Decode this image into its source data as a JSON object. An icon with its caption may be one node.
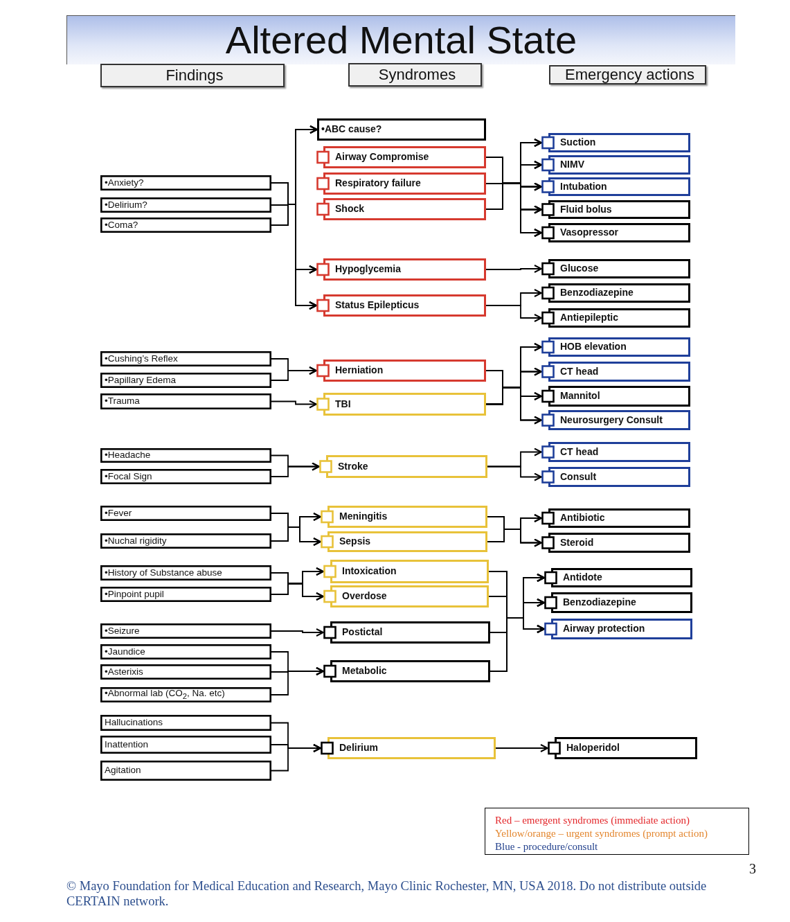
{
  "diagram": {
    "title": "Altered Mental State",
    "nodes": [
      {
        "text": [
          "Findings"
        ]
      },
      {
        "text": [
          "Syndromes"
        ]
      },
      {
        "text": [
          "Emergency actions"
        ]
      },
      {
        "text": [
          "•Anxiety?"
        ]
      },
      {
        "text": [
          "•Delirium?"
        ]
      },
      {
        "text": [
          "•Coma?"
        ]
      },
      {
        "text": [
          "•ABC cause?"
        ]
      },
      {
        "text": [
          "Airway Compromise"
        ]
      },
      {
        "text": [
          "Respiratory failure"
        ]
      },
      {
        "text": [
          "Shock"
        ]
      },
      {
        "text": [
          "Hypoglycemia"
        ]
      },
      {
        "text": [
          "Status Epilepticus"
        ]
      },
      {
        "text": [
          "Suction"
        ]
      },
      {
        "text": [
          "NIMV"
        ]
      },
      {
        "text": [
          "Intubation"
        ]
      },
      {
        "text": [
          "Fluid bolus"
        ]
      },
      {
        "text": [
          "Vasopressor"
        ]
      },
      {
        "text": [
          "Glucose"
        ]
      },
      {
        "text": [
          "Benzodiazepine"
        ]
      },
      {
        "text": [
          "Antiepileptic"
        ]
      },
      {
        "text": [
          "•Cushing’s Reflex"
        ]
      },
      {
        "text": [
          "•Papillary Edema"
        ]
      },
      {
        "text": [
          "•Trauma"
        ]
      },
      {
        "text": [
          "Herniation"
        ]
      },
      {
        "text": [
          "TBI"
        ]
      },
      {
        "text": [
          "HOB elevation"
        ]
      },
      {
        "text": [
          "CT head"
        ]
      },
      {
        "text": [
          "Mannitol"
        ]
      },
      {
        "text": [
          "Neurosurgery Consult"
        ]
      },
      {
        "text": [
          "•Headache"
        ]
      },
      {
        "text": [
          "•Focal Sign"
        ]
      },
      {
        "text": [
          "Stroke"
        ]
      },
      {
        "text": [
          "CT head"
        ]
      },
      {
        "text": [
          "Consult"
        ]
      },
      {
        "text": [
          "•Fever"
        ]
      },
      {
        "text": [
          "•Nuchal rigidity"
        ]
      },
      {
        "text": [
          "Meningitis"
        ]
      },
      {
        "text": [
          "Sepsis"
        ]
      },
      {
        "text": [
          "Antibiotic"
        ]
      },
      {
        "text": [
          "Steroid"
        ]
      },
      {
        "text": [
          "•History of Substance abuse"
        ]
      },
      {
        "text": [
          "•Pinpoint pupil"
        ]
      },
      {
        "text": [
          "Intoxication"
        ]
      },
      {
        "text": [
          "Overdose"
        ]
      },
      {
        "text": [
          "Antidote"
        ]
      },
      {
        "text": [
          "Benzodiazepine"
        ]
      },
      {
        "text": [
          "Airway protection"
        ]
      },
      {
        "text": [
          "•Seizure"
        ]
      },
      {
        "text": [
          "Postictal"
        ]
      },
      {
        "text": [
          "•Jaundice"
        ]
      },
      {
        "text": [
          "•Asterixis"
        ]
      },
      {
        "text": [
          "•Abnormal lab (CO$_{2}$, Na. etc)"
        ]
      },
      {
        "text": [
          "Metabolic"
        ]
      },
      {
        "text": [
          "Hallucinations"
        ]
      },
      {
        "text": [
          "Inattention"
        ]
      },
      {
        "text": [
          "Agitation"
        ]
      },
      {
        "text": [
          "Delirium"
        ]
      },
      {
        "text": [
          "Haloperidol"
        ]
      }
    ],
    "edges": [
      {
        "from": 3,
        "to": 6,
        "arrow": "to"
      },
      {
        "from": 3,
        "to": 10,
        "arrow": "to"
      },
      {
        "from": 3,
        "to": 11,
        "arrow": "to"
      },
      {
        "from": 4,
        "to": 6,
        "arrow": "to"
      },
      {
        "from": 4,
        "to": 10,
        "arrow": "to"
      },
      {
        "from": 4,
        "to": 11,
        "arrow": "to"
      },
      {
        "from": 5,
        "to": 6,
        "arrow": "to"
      },
      {
        "from": 5,
        "to": 10,
        "arrow": "to"
      },
      {
        "from": 5,
        "to": 11,
        "arrow": "to"
      },
      {
        "from": 7,
        "to": 12,
        "arrow": "to"
      },
      {
        "from": 7,
        "to": 13,
        "arrow": "to"
      },
      {
        "from": 7,
        "to": 14,
        "arrow": "to"
      },
      {
        "from": 7,
        "to": 15,
        "arrow": "to"
      },
      {
        "from": 7,
        "to": 16,
        "arrow": "to"
      },
      {
        "from": 8,
        "to": 12,
        "arrow": "to"
      },
      {
        "from": 8,
        "to": 13,
        "arrow": "to"
      },
      {
        "from": 8,
        "to": 14,
        "arrow": "to"
      },
      {
        "from": 8,
        "to": 15,
        "arrow": "to"
      },
      {
        "from": 8,
        "to": 16,
        "arrow": "to"
      },
      {
        "from": 9,
        "to": 12,
        "arrow": "to"
      },
      {
        "from": 9,
        "to": 13,
        "arrow": "to"
      },
      {
        "from": 9,
        "to": 14,
        "arrow": "to"
      },
      {
        "from": 9,
        "to": 15,
        "arrow": "to"
      },
      {
        "from": 9,
        "to": 16,
        "arrow": "to"
      },
      {
        "from": 10,
        "to": 17,
        "arrow": "to"
      },
      {
        "from": 11,
        "to": 18,
        "arrow": "to"
      },
      {
        "from": 11,
        "to": 19,
        "arrow": "to"
      },
      {
        "from": 20,
        "to": 23,
        "arrow": "to"
      },
      {
        "from": 21,
        "to": 23,
        "arrow": "to"
      },
      {
        "from": 22,
        "to": 24,
        "arrow": "to"
      },
      {
        "from": 23,
        "to": 25,
        "arrow": "to"
      },
      {
        "from": 23,
        "to": 26,
        "arrow": "to"
      },
      {
        "from": 23,
        "to": 27,
        "arrow": "to"
      },
      {
        "from": 23,
        "to": 28,
        "arrow": "to"
      },
      {
        "from": 24,
        "to": 25,
        "arrow": "to"
      },
      {
        "from": 24,
        "to": 26,
        "arrow": "to"
      },
      {
        "from": 24,
        "to": 27,
        "arrow": "to"
      },
      {
        "from": 24,
        "to": 28,
        "arrow": "to"
      },
      {
        "from": 29,
        "to": 31,
        "arrow": "to"
      },
      {
        "from": 30,
        "to": 31,
        "arrow": "to"
      },
      {
        "from": 31,
        "to": 32,
        "arrow": "to"
      },
      {
        "from": 31,
        "to": 33,
        "arrow": "to"
      },
      {
        "from": 34,
        "to": 36,
        "arrow": "to"
      },
      {
        "from": 34,
        "to": 37,
        "arrow": "to"
      },
      {
        "from": 35,
        "to": 36,
        "arrow": "to"
      },
      {
        "from": 35,
        "to": 37,
        "arrow": "to"
      },
      {
        "from": 36,
        "to": 38,
        "arrow": "to"
      },
      {
        "from": 36,
        "to": 39,
        "arrow": "to"
      },
      {
        "from": 37,
        "to": 38,
        "arrow": "to"
      },
      {
        "from": 37,
        "to": 39,
        "arrow": "to"
      },
      {
        "from": 40,
        "to": 42,
        "arrow": "to"
      },
      {
        "from": 40,
        "to": 43,
        "arrow": "to"
      },
      {
        "from": 41,
        "to": 42,
        "arrow": "to"
      },
      {
        "from": 41,
        "to": 43,
        "arrow": "to"
      },
      {
        "from": 42,
        "to": 44,
        "arrow": "to"
      },
      {
        "from": 42,
        "to": 45,
        "arrow": "to"
      },
      {
        "from": 42,
        "to": 46,
        "arrow": "to"
      },
      {
        "from": 43,
        "to": 44,
        "arrow": "to"
      },
      {
        "from": 43,
        "to": 45,
        "arrow": "to"
      },
      {
        "from": 43,
        "to": 46,
        "arrow": "to"
      },
      {
        "from": 48,
        "to": 44,
        "arrow": "to"
      },
      {
        "from": 48,
        "to": 45,
        "arrow": "to"
      },
      {
        "from": 48,
        "to": 46,
        "arrow": "to"
      },
      {
        "from": 52,
        "to": 44,
        "arrow": "to"
      },
      {
        "from": 52,
        "to": 45,
        "arrow": "to"
      },
      {
        "from": 52,
        "to": 46,
        "arrow": "to"
      },
      {
        "from": 47,
        "to": 48,
        "arrow": "to"
      },
      {
        "from": 49,
        "to": 52,
        "arrow": "to"
      },
      {
        "from": 50,
        "to": 52,
        "arrow": "to"
      },
      {
        "from": 51,
        "to": 52,
        "arrow": "to"
      },
      {
        "from": 53,
        "to": 56,
        "arrow": "to"
      },
      {
        "from": 54,
        "to": 56,
        "arrow": "to"
      },
      {
        "from": 55,
        "to": 56,
        "arrow": "to"
      },
      {
        "from": 56,
        "to": 57,
        "arrow": "to"
      }
    ],
    "labels": [
      "3",
      "© Mayo Foundation for Medical Education and Research, Mayo Clinic Rochester, MN, USA 2018. Do not distribute outside CERTAIN network."
    ],
    "legend": [
      {
        "text": "Red – emergent syndromes (immediate action)",
        "color": "#e3262a"
      },
      {
        "text": "Yellow/orange – urgent syndromes (prompt action)",
        "color": "#e3862e"
      },
      {
        "text": "Blue - procedure/consult",
        "color": "#22408c"
      }
    ]
  }
}
